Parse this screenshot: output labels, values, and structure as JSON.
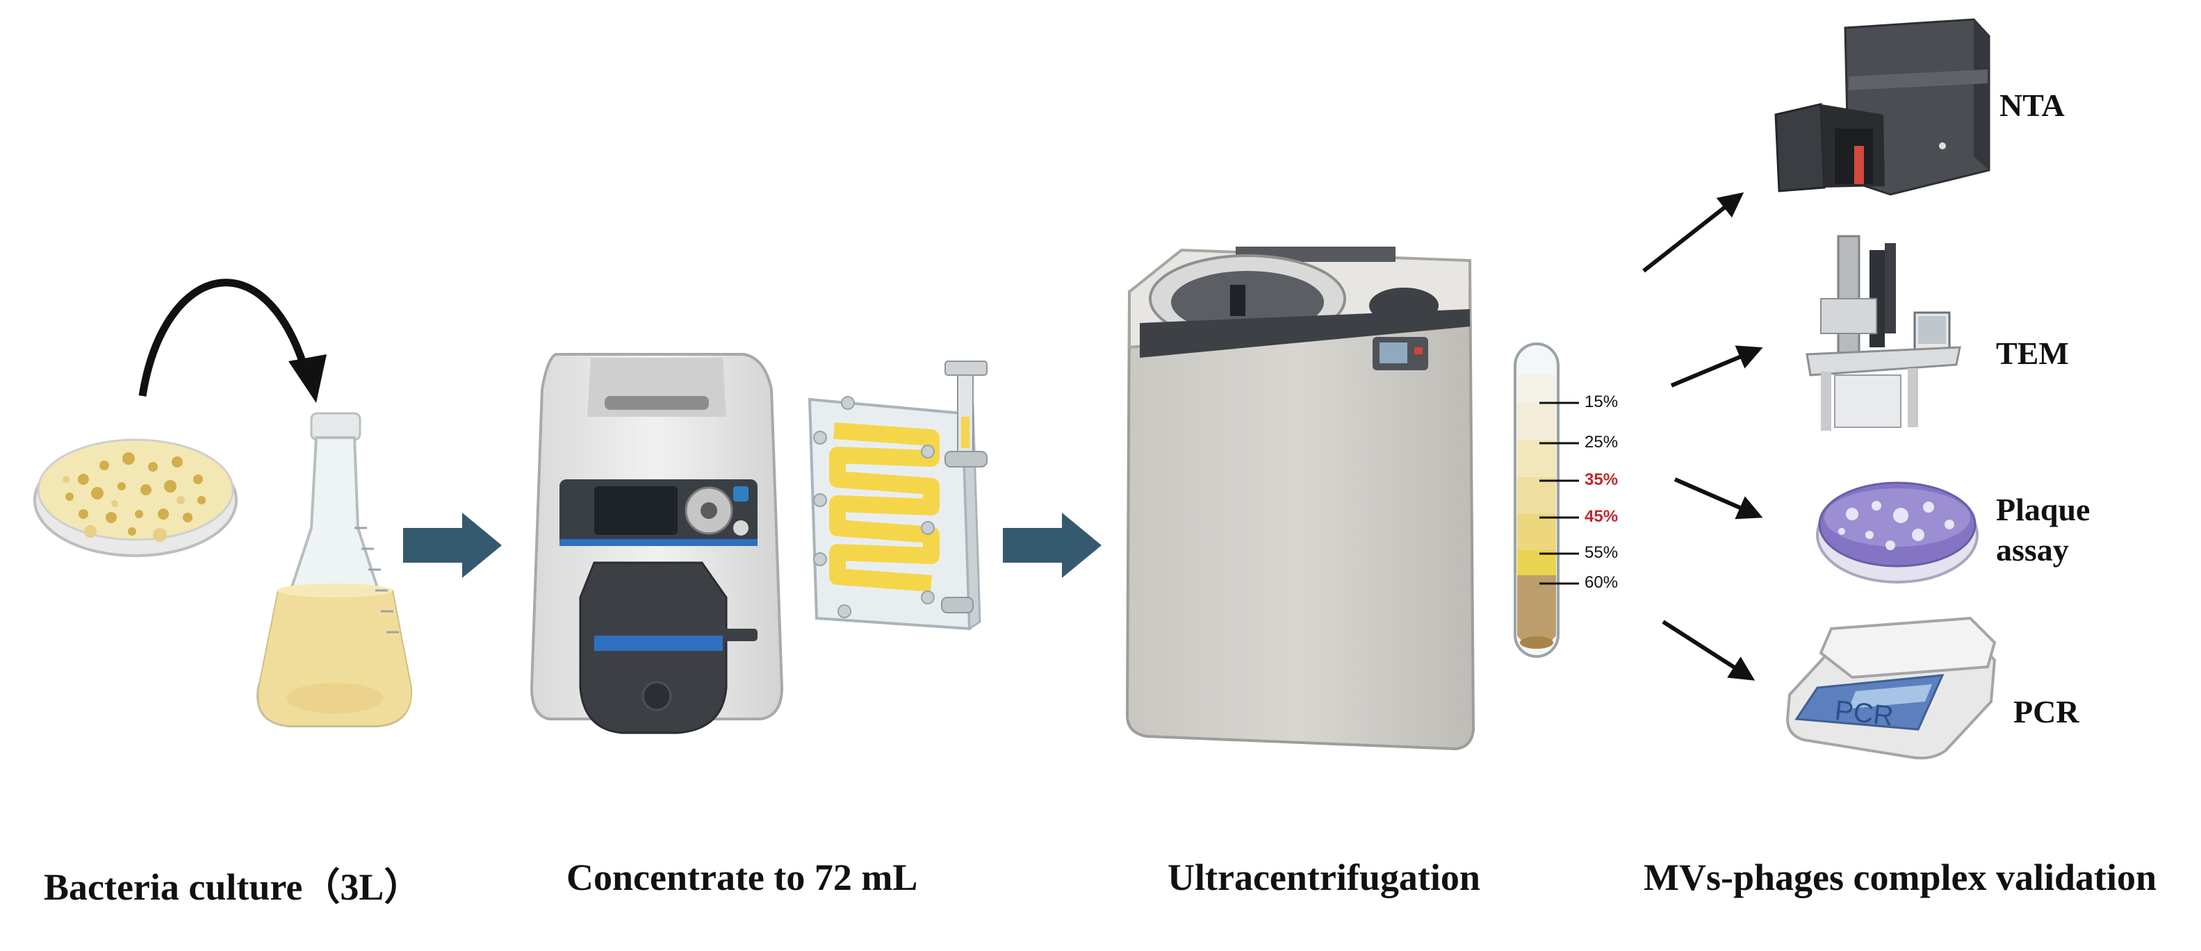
{
  "steps": [
    {
      "label": "Bacteria culture（3L）"
    },
    {
      "label": "Concentrate to 72 mL"
    },
    {
      "label": "Ultracentrifugation"
    },
    {
      "label": "MVs-phages complex validation"
    }
  ],
  "gradient": {
    "layers": [
      {
        "label": "15%",
        "highlight": false
      },
      {
        "label": "25%",
        "highlight": false
      },
      {
        "label": "35%",
        "highlight": true
      },
      {
        "label": "45%",
        "highlight": true
      },
      {
        "label": "55%",
        "highlight": false
      },
      {
        "label": "60%",
        "highlight": false
      }
    ],
    "highlight_color": "#c0282d"
  },
  "methods": [
    {
      "label": "NTA"
    },
    {
      "label": "TEM"
    },
    {
      "label": "Plaque\nassay"
    },
    {
      "label": "PCR"
    }
  ],
  "pcr_screen_text": "PCR",
  "colors": {
    "flow_arrow": "#355a70",
    "text": "#111111",
    "agar": "#f3e7b4",
    "colony": "#d2ae4c",
    "broth": "#f1dd9b",
    "plaque_purple": "#8474c4",
    "filter_yellow": "#f5d64a"
  }
}
